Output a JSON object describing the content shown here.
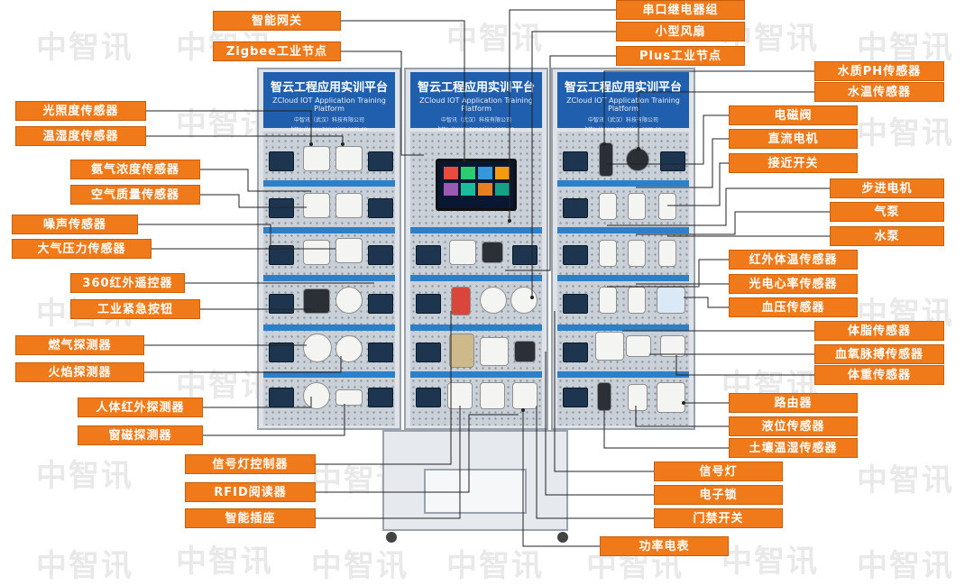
{
  "watermark": "中智讯",
  "panels": [
    {
      "title": "智云工程应用实训平台",
      "subtitle": "ZCloud IOT Application Training Platform",
      "company": "中智讯（武汉）科技有限公司",
      "url": "http://www.zonesion.com.cn"
    },
    {
      "title": "智云工程应用实训平台",
      "subtitle": "ZCloud IOT Application Training Platform",
      "company": "中智讯（武汉）科技有限公司",
      "url": "http://www.zonesion.com.cn"
    },
    {
      "title": "智云工程应用实训平台",
      "subtitle": "ZCloud IOT Application Training Platform",
      "company": "中智讯（武汉）科技有限公司",
      "url": "http://www.zonesion.com.cn"
    }
  ],
  "labels": {
    "zhineng_wangguan": "智能网关",
    "zigbee_node": "Zigbee工业节点",
    "guangzhao": "光照度传感器",
    "wenshidu": "温湿度传感器",
    "anqi": "氨气浓度传感器",
    "kongqi": "空气质量传感器",
    "zaosheng": "噪声传感器",
    "daqiyali": "大气压力传感器",
    "yaokong360": "360红外遥控器",
    "jinji": "工业紧急按钮",
    "ranqi": "燃气探测器",
    "huoyan": "火焰探测器",
    "renti": "人体红外探测器",
    "chuangci": "窗磁探测器",
    "xinhaodeng_ctrl": "信号灯控制器",
    "rfid": "RFID阅读器",
    "chazuo": "智能插座",
    "chuankou": "串口继电器组",
    "fengshan": "小型风扇",
    "plus_node": "Plus工业节点",
    "shuizhi_ph": "水质PH传感器",
    "shuiwen": "水温传感器",
    "diancifa": "电磁阀",
    "zhiliu": "直流电机",
    "jiejin": "接近开关",
    "bujin": "步进电机",
    "qibeng": "气泵",
    "shuibeng": "水泵",
    "hongwai_tiwen": "红外体温传感器",
    "xinlv": "光电心率传感器",
    "xueya": "血压传感器",
    "tizhi": "体脂传感器",
    "xueyang": "血氧脉搏传感器",
    "tizhong": "体重传感器",
    "luyou": "路由器",
    "yewei": "液位传感器",
    "turang": "土壤温湿传感器",
    "xinhaodeng": "信号灯",
    "dianzisuo": "电子锁",
    "menjin": "门禁开关",
    "gonglv": "功率电表"
  },
  "colors": {
    "label_bg": "#f07a1a",
    "panel_head": "#1f5fae",
    "rail": "#2d7fc8"
  }
}
